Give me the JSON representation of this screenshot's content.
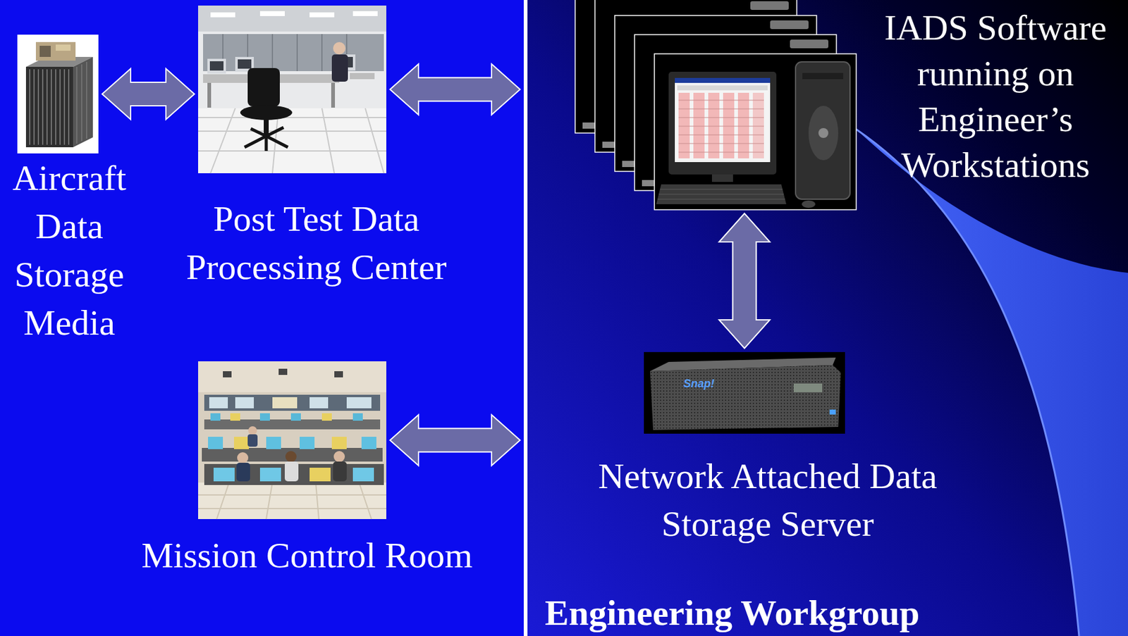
{
  "diagram": {
    "nodes": [
      {
        "text": [
          "Aircraft Data Storage Media"
        ]
      },
      {
        "text": [
          "Post Test Data Processing Center"
        ]
      },
      {
        "text": [
          "Mission Control Room"
        ]
      },
      {
        "text": [
          "Engineering Workgroup"
        ]
      },
      {
        "text": [
          "IADS Software running on Engineer’s Workstations"
        ],
        "in": 3
      },
      {
        "text": [
          "Network Attached Data Storage Server"
        ],
        "in": 3
      }
    ],
    "edges": [
      {
        "from": 0,
        "to": 1,
        "arrow": "both"
      },
      {
        "from": 1,
        "to": 3,
        "arrow": "both"
      },
      {
        "from": 2,
        "to": 3,
        "arrow": "both"
      },
      {
        "from": 4,
        "to": 5,
        "arrow": "both"
      }
    ],
    "labels": [
      "Snap!"
    ]
  }
}
